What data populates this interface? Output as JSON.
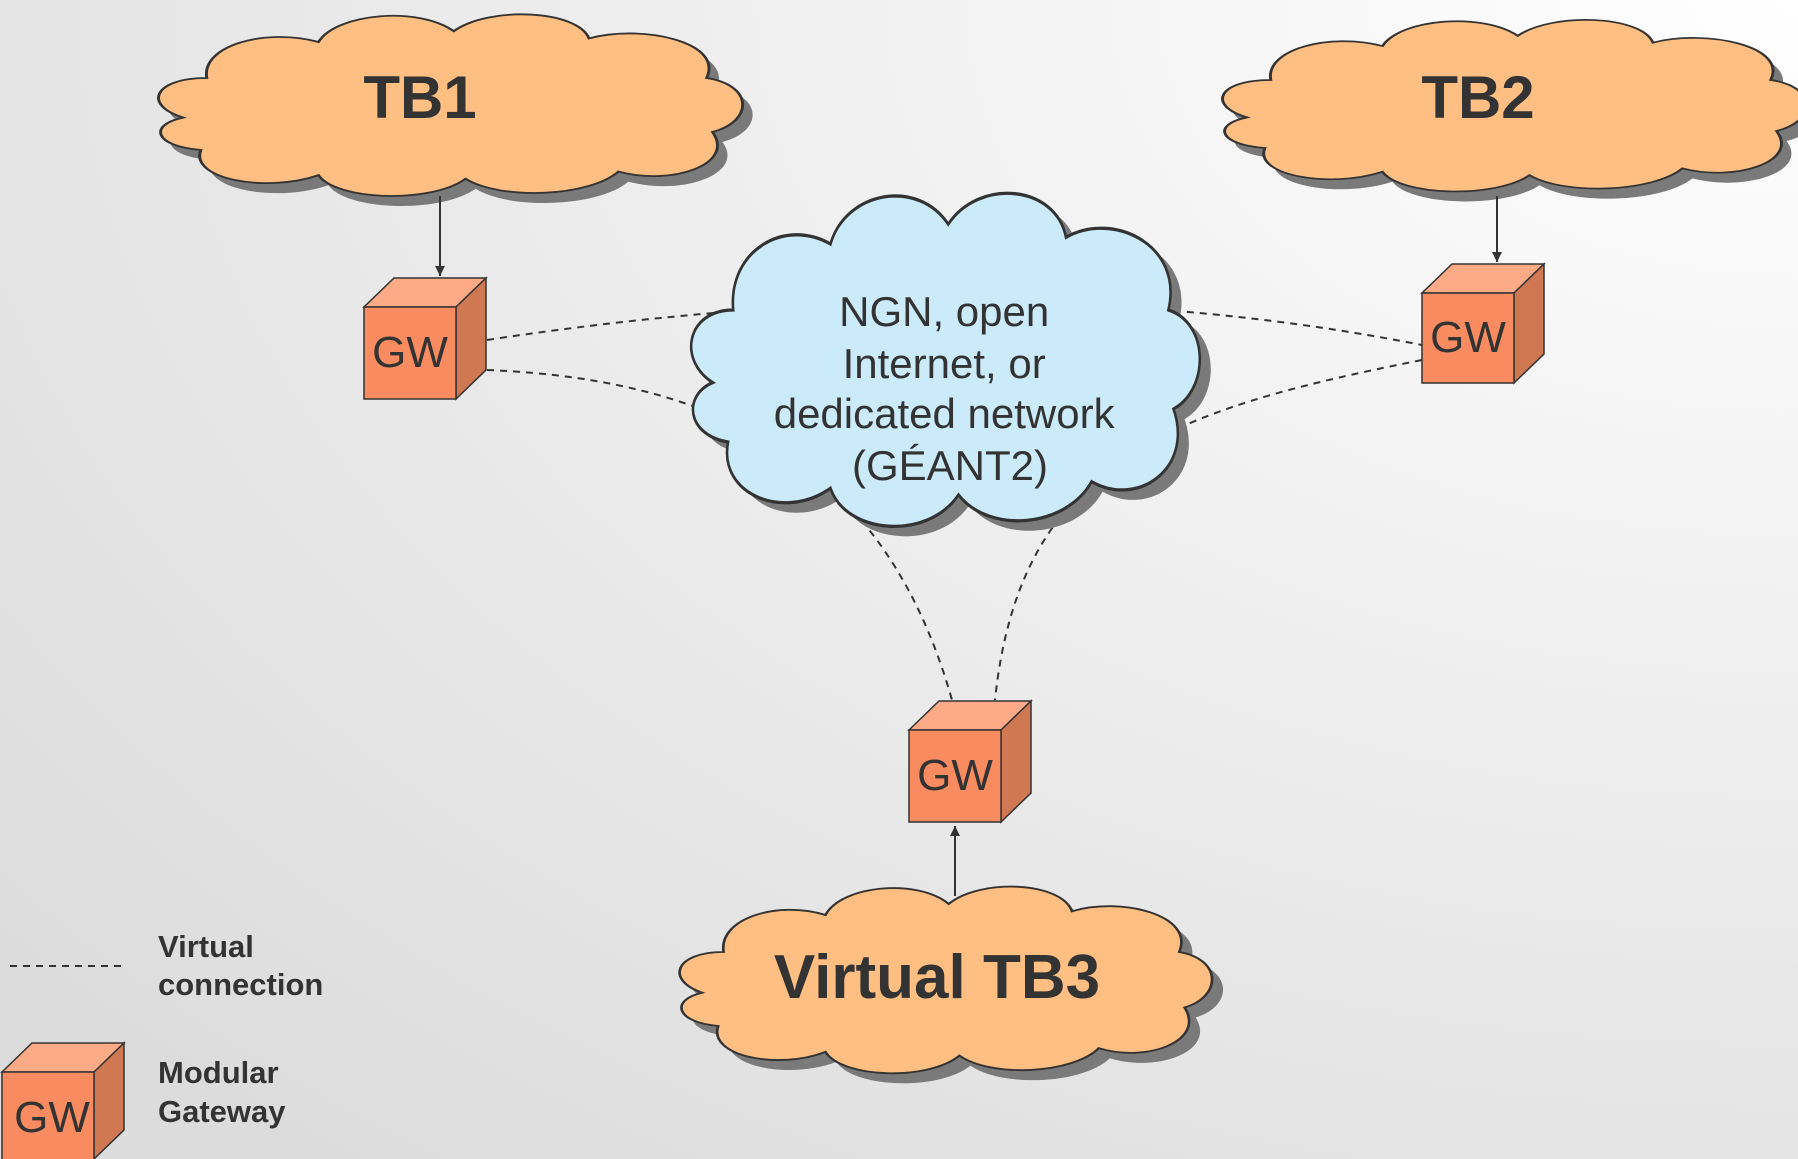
{
  "clouds": {
    "tb1": {
      "label": "TB1"
    },
    "tb2": {
      "label": "TB2"
    },
    "tb3": {
      "label": "Virtual TB3"
    },
    "network": {
      "lines": [
        "NGN, open",
        "Internet, or",
        "dedicated network",
        "(GÉANT2)"
      ]
    }
  },
  "gateways": {
    "gw1": {
      "label": "GW"
    },
    "gw2": {
      "label": "GW"
    },
    "gw3": {
      "label": "GW"
    }
  },
  "legend": {
    "virtual_connection": {
      "line1": "Virtual",
      "line2": "connection"
    },
    "modular_gateway": {
      "icon_label": "GW",
      "line1": "Modular",
      "line2": "Gateway"
    }
  },
  "colors": {
    "cloud_orange": "#ffbe82",
    "cloud_blue": "#cbeafa",
    "gw_front": "#f98b61",
    "gw_top": "#fcab86",
    "gw_side": "#cf7851",
    "text": "#333333"
  }
}
